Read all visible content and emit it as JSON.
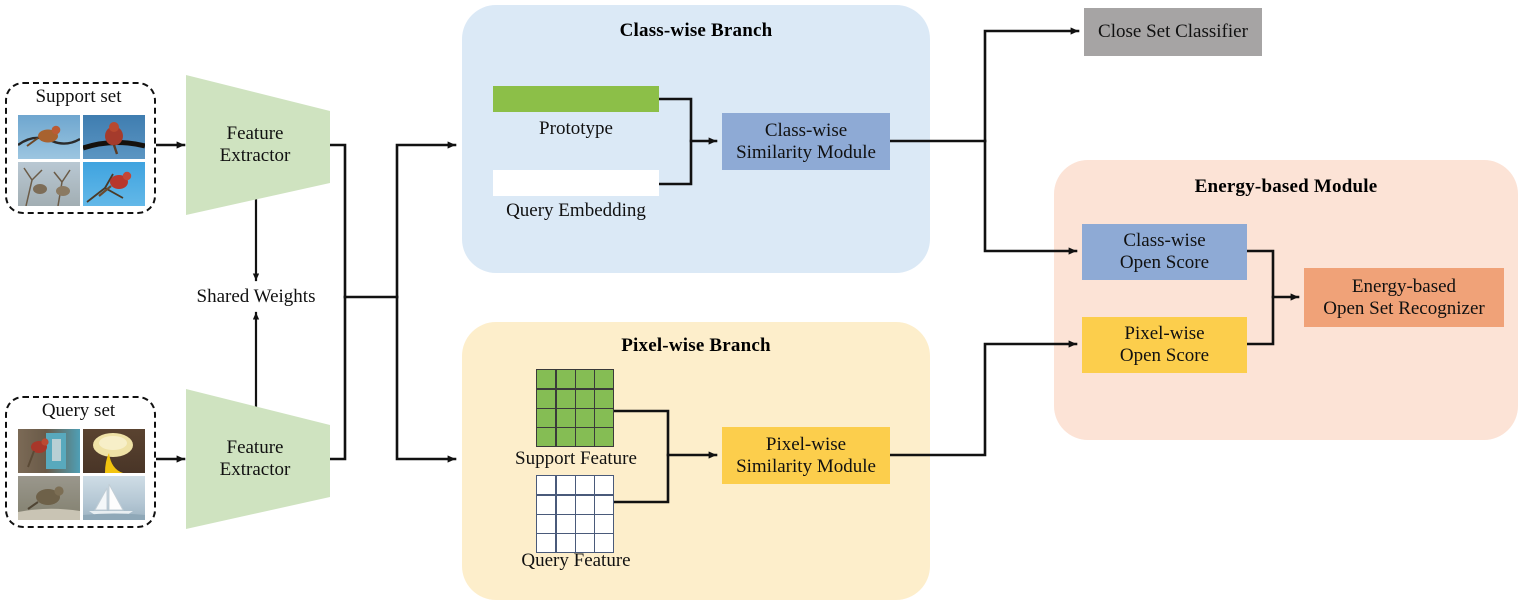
{
  "figure": {
    "type": "architecture-diagram",
    "title": "Few-shot open set recognition framework"
  },
  "inputs": {
    "support": {
      "label": "Support set",
      "images": [
        {
          "name": "bird-on-wire-blue-sky",
          "colors": [
            "#4f86b8",
            "#b5652f",
            "#2d2d2d"
          ]
        },
        {
          "name": "red-finch-on-branch",
          "colors": [
            "#3f78ad",
            "#a8372a",
            "#1a1a1a"
          ]
        },
        {
          "name": "birds-in-bare-tree",
          "colors": [
            "#9fb4c6",
            "#6a5a4a",
            "#d8dde2"
          ]
        },
        {
          "name": "red-finch-on-twig",
          "colors": [
            "#47a0d8",
            "#b93a2e",
            "#2a2a2a"
          ]
        }
      ]
    },
    "query": {
      "label": "Query set",
      "images": [
        {
          "name": "bird-at-feeder",
          "colors": [
            "#7a6a58",
            "#3e9bbf",
            "#b33a2a"
          ]
        },
        {
          "name": "yellow-mushroom",
          "colors": [
            "#5a4430",
            "#e8d98a",
            "#f0c31e"
          ]
        },
        {
          "name": "sparrow-on-log",
          "colors": [
            "#8c8a80",
            "#6b5a44",
            "#cfcabc"
          ]
        },
        {
          "name": "sailboat-on-water",
          "colors": [
            "#b9cbd8",
            "#ffffff",
            "#8fa6b5"
          ]
        }
      ]
    }
  },
  "encoders": [
    {
      "name": "support-feature-extractor",
      "line1": "Feature",
      "line2": "Extractor",
      "color": "#cfe3c0"
    },
    {
      "name": "query-feature-extractor",
      "line1": "Feature",
      "line2": "Extractor",
      "color": "#cfe3c0"
    }
  ],
  "shared_weights": {
    "label": "Shared Weights"
  },
  "branches": {
    "classwise": {
      "title": "Class-wise Branch",
      "panel_color": "#dbe9f6",
      "prototype": {
        "label": "Prototype",
        "color": "#8cbf48"
      },
      "query_embedding": {
        "label": "Query Embedding",
        "color": "#ffffff"
      },
      "module": {
        "line1": "Class-wise",
        "line2": "Similarity Module",
        "color": "#8eaad5"
      }
    },
    "pixelwise": {
      "title": "Pixel-wise Branch",
      "panel_color": "#fdeecb",
      "support_feature": {
        "label": "Support Feature",
        "color": "#85bd54",
        "rows": 4,
        "cols": 4
      },
      "query_feature": {
        "label": "Query Feature",
        "color": "#ffffff",
        "rows": 4,
        "cols": 4
      },
      "module": {
        "line1": "Pixel-wise",
        "line2": "Similarity Module",
        "color": "#fcce4c"
      }
    }
  },
  "close_set_classifier": {
    "label": "Close Set Classifier",
    "color": "#a6a4a4"
  },
  "energy_module": {
    "title": "Energy-based Module",
    "panel_color": "#fce3d6",
    "classwise_open_score": {
      "line1": "Class-wise",
      "line2": "Open Score",
      "color": "#8eaad5"
    },
    "pixelwise_open_score": {
      "line1": "Pixel-wise",
      "line2": "Open Score",
      "color": "#fcce4c"
    },
    "recognizer": {
      "line1": "Energy-based",
      "line2": "Open Set Recognizer",
      "color": "#f0a278"
    }
  },
  "palette": {
    "arrow": "#111111",
    "encoder_green": "#cfe3c0",
    "prototype_green": "#8cbf48",
    "blue_module": "#8eaad5",
    "yellow_module": "#fcce4c",
    "orange_box": "#f0a278",
    "gray_box": "#a6a4a4"
  }
}
